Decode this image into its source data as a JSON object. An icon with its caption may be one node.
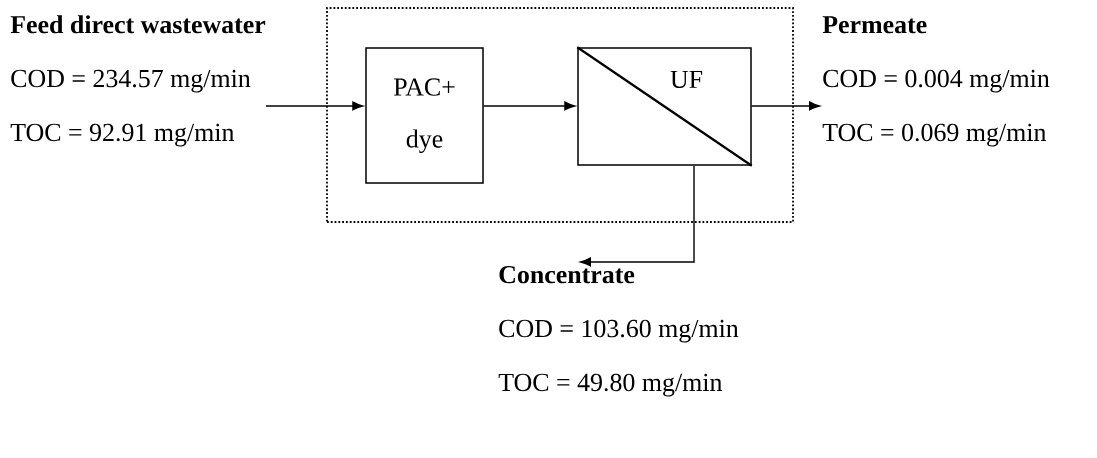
{
  "diagram": {
    "nodes": [
      {
        "text": [],
        "shape": "box"
      },
      {
        "text": [
          "PAC+",
          "dye"
        ],
        "in": 0
      },
      {
        "text": [
          "UF"
        ],
        "in": 0
      },
      {
        "text": [
          "Feed direct wastewater",
          "COD = 234.57 mg/min",
          "TOC = 92.91 mg/min"
        ]
      },
      {
        "text": [
          "Permeate",
          "COD = 0.004 mg/min",
          "TOC = 0.069 mg/min"
        ]
      },
      {
        "text": [
          "Concentrate",
          "COD = 103.60 mg/min",
          "TOC = 49.80 mg/min"
        ]
      }
    ],
    "edges": [
      {
        "from": 3,
        "to": 1,
        "arrow": "to"
      },
      {
        "from": 1,
        "to": 2,
        "arrow": "to"
      },
      {
        "from": 2,
        "to": 4,
        "arrow": "to"
      },
      {
        "from": 2,
        "to": 5,
        "arrow": "to"
      }
    ]
  }
}
